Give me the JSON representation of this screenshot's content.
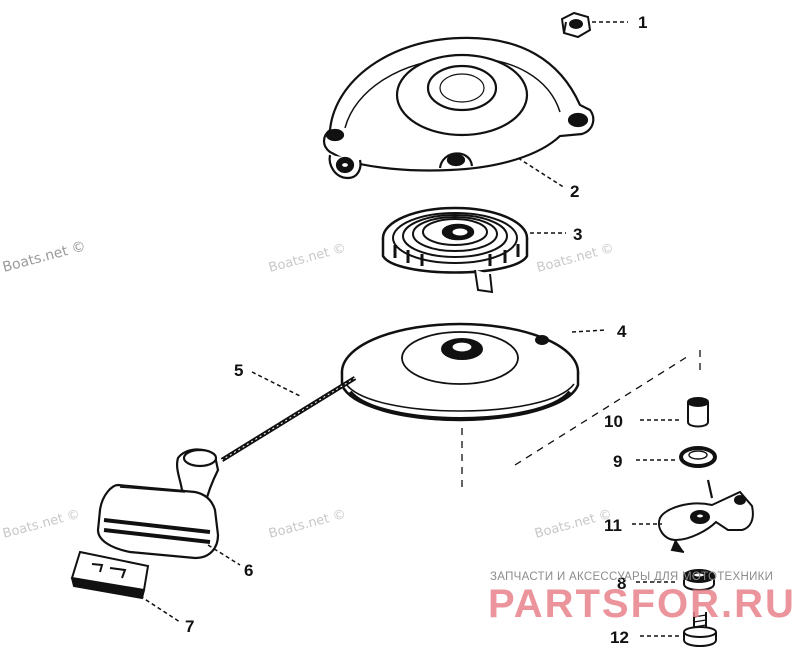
{
  "diagram": {
    "callouts": [
      {
        "id": "1"
      },
      {
        "id": "2"
      },
      {
        "id": "3"
      },
      {
        "id": "4"
      },
      {
        "id": "5"
      },
      {
        "id": "6"
      },
      {
        "id": "7"
      },
      {
        "id": "8"
      },
      {
        "id": "9"
      },
      {
        "id": "10"
      },
      {
        "id": "11"
      },
      {
        "id": "12"
      }
    ]
  },
  "watermarks": {
    "boats_left": "Boats.net ©",
    "boats_center": "Boats.net ©",
    "boats_right": "Boats.net ©",
    "boats_bottom_left": "Boats.net ©",
    "boats_bottom_center": "Boats.net ©",
    "boats_bottom_right": "Boats.net ©"
  },
  "brand": {
    "tagline": "ЗАПЧАСТИ И АКСЕССУАРЫ ДЛЯ МОТОТЕХНИКИ",
    "logo_text": "PARTSFOR.RU",
    "logo_color": "#e8828a"
  }
}
